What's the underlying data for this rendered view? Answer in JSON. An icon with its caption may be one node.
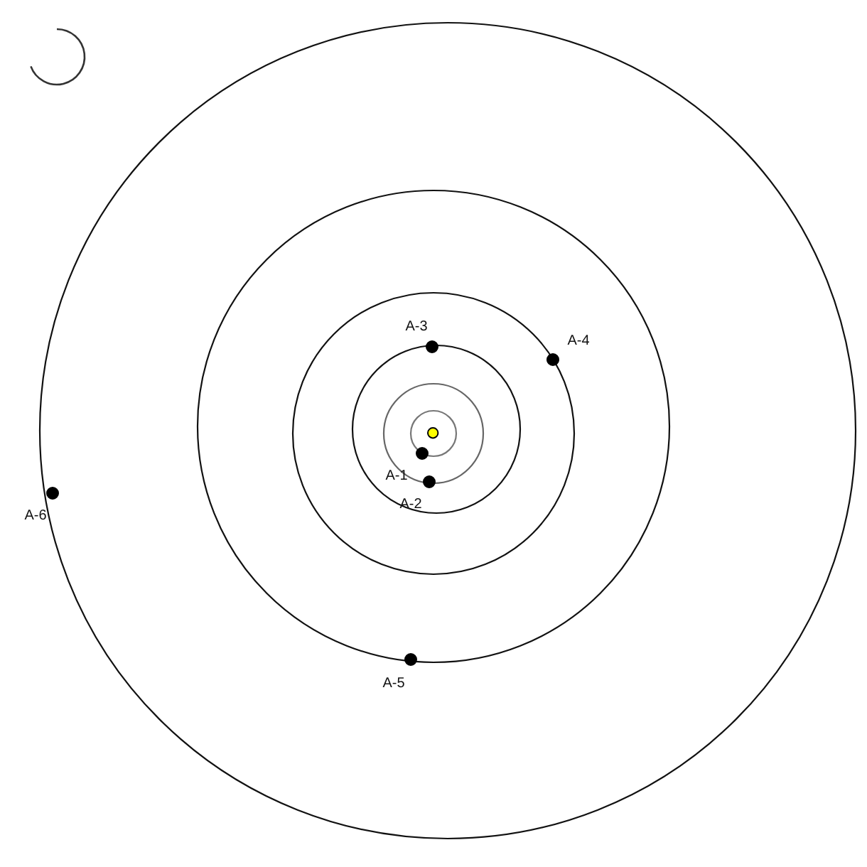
{
  "diagram": {
    "nodes": [
      {
        "text": [],
        "shape": "circle",
        "beside": [
          "A-3"
        ]
      },
      {
        "text": [],
        "shape": "circle",
        "beside": [
          "A-4"
        ]
      },
      {
        "text": [],
        "shape": "circle"
      },
      {
        "text": [],
        "shape": "circle",
        "beside": [
          "A-1"
        ]
      },
      {
        "text": [],
        "shape": "circle",
        "beside": [
          "A-2"
        ]
      },
      {
        "text": [],
        "shape": "circle",
        "beside": [
          "A-6"
        ]
      },
      {
        "text": [],
        "shape": "circle",
        "beside": [
          "A-5"
        ]
      }
    ]
  }
}
